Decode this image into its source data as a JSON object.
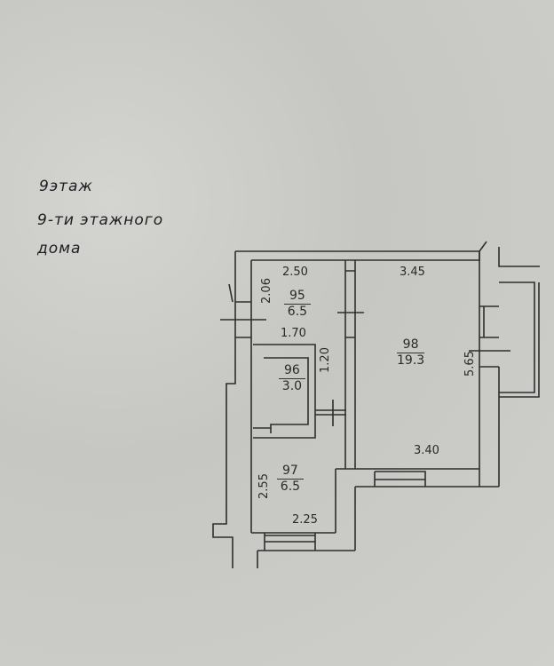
{
  "title": {
    "line1": "9этаж",
    "line2": "9-ти этажного",
    "line3": "дома"
  },
  "rooms": [
    {
      "id": "95",
      "number": "95",
      "area": "6.5"
    },
    {
      "id": "96",
      "number": "96",
      "area": "3.0"
    },
    {
      "id": "97",
      "number": "97",
      "area": "6.5"
    },
    {
      "id": "98",
      "number": "98",
      "area": "19.3"
    }
  ],
  "dimensions": {
    "d250": "2.50",
    "d206": "2.06",
    "d170": "1.70",
    "d120": "1.20",
    "d345": "3.45",
    "d565": "5.65",
    "d340": "3.40",
    "d255": "2.55",
    "d225": "2.25"
  }
}
